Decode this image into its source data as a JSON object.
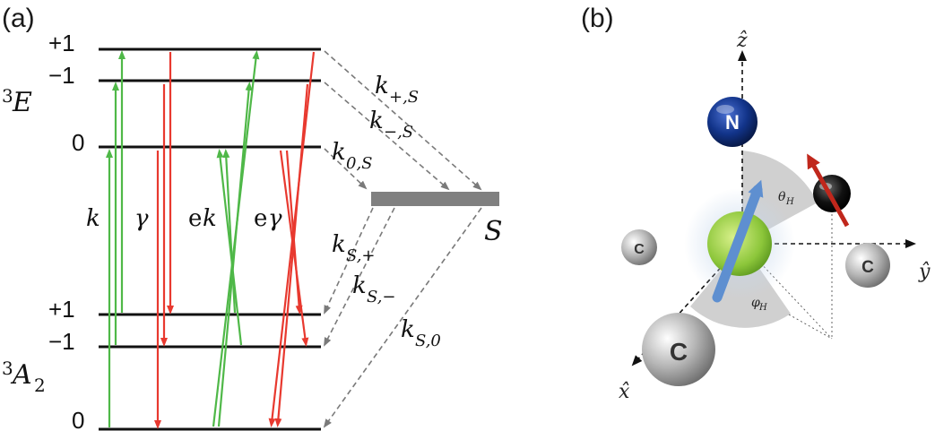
{
  "panels": {
    "a": {
      "label": "(a)"
    },
    "b": {
      "label": "(b)"
    }
  },
  "energy_levels": {
    "excited": {
      "term": "E",
      "multiplicity": "3",
      "levels": [
        "+1",
        "−1",
        "0"
      ]
    },
    "ground": {
      "term": "A",
      "term_sub": "2",
      "multiplicity": "3",
      "levels": [
        "+1",
        "−1",
        "0"
      ]
    },
    "singlet": {
      "label": "S"
    }
  },
  "transition_labels": {
    "k": "k",
    "gamma": "γ",
    "ek_e": "e",
    "ek_k": "k",
    "egamma_e": "e",
    "egamma_g": "γ"
  },
  "rate_labels": {
    "k_plus_S": {
      "base": "k",
      "sub": "+,S"
    },
    "k_minus_S": {
      "base": "k",
      "sub": "−,S"
    },
    "k_0_S": {
      "base": "k",
      "sub": "0,S"
    },
    "k_S_plus": {
      "base": "k",
      "sub": "S,+"
    },
    "k_S_minus": {
      "base": "k",
      "sub": "S,−"
    },
    "k_S_0": {
      "base": "k",
      "sub": "S,0"
    }
  },
  "geometry_panel": {
    "axes": {
      "z": "ẑ",
      "y": "ŷ",
      "x": "x̂"
    },
    "atoms": {
      "nitrogen": "N",
      "carbon_left": "C",
      "carbon_right": "C",
      "carbon_front": "C"
    },
    "angles": {
      "theta": "θ",
      "theta_sub": "H",
      "phi": "φ",
      "phi_sub": "H"
    }
  },
  "colors": {
    "level_line": "#111111",
    "green_arrow": "#4fb848",
    "red_arrow": "#e8392f",
    "singlet_bar": "#808080",
    "dashed": "#7a7a7a",
    "nitrogen": "#0f2f80",
    "vacancy": "#9bd23a",
    "nv_axis_arrow": "#5e8fd0",
    "field_arrow": "#c0271c",
    "carbon": "#9a9a9a",
    "wedge": "#c8c8c8"
  }
}
